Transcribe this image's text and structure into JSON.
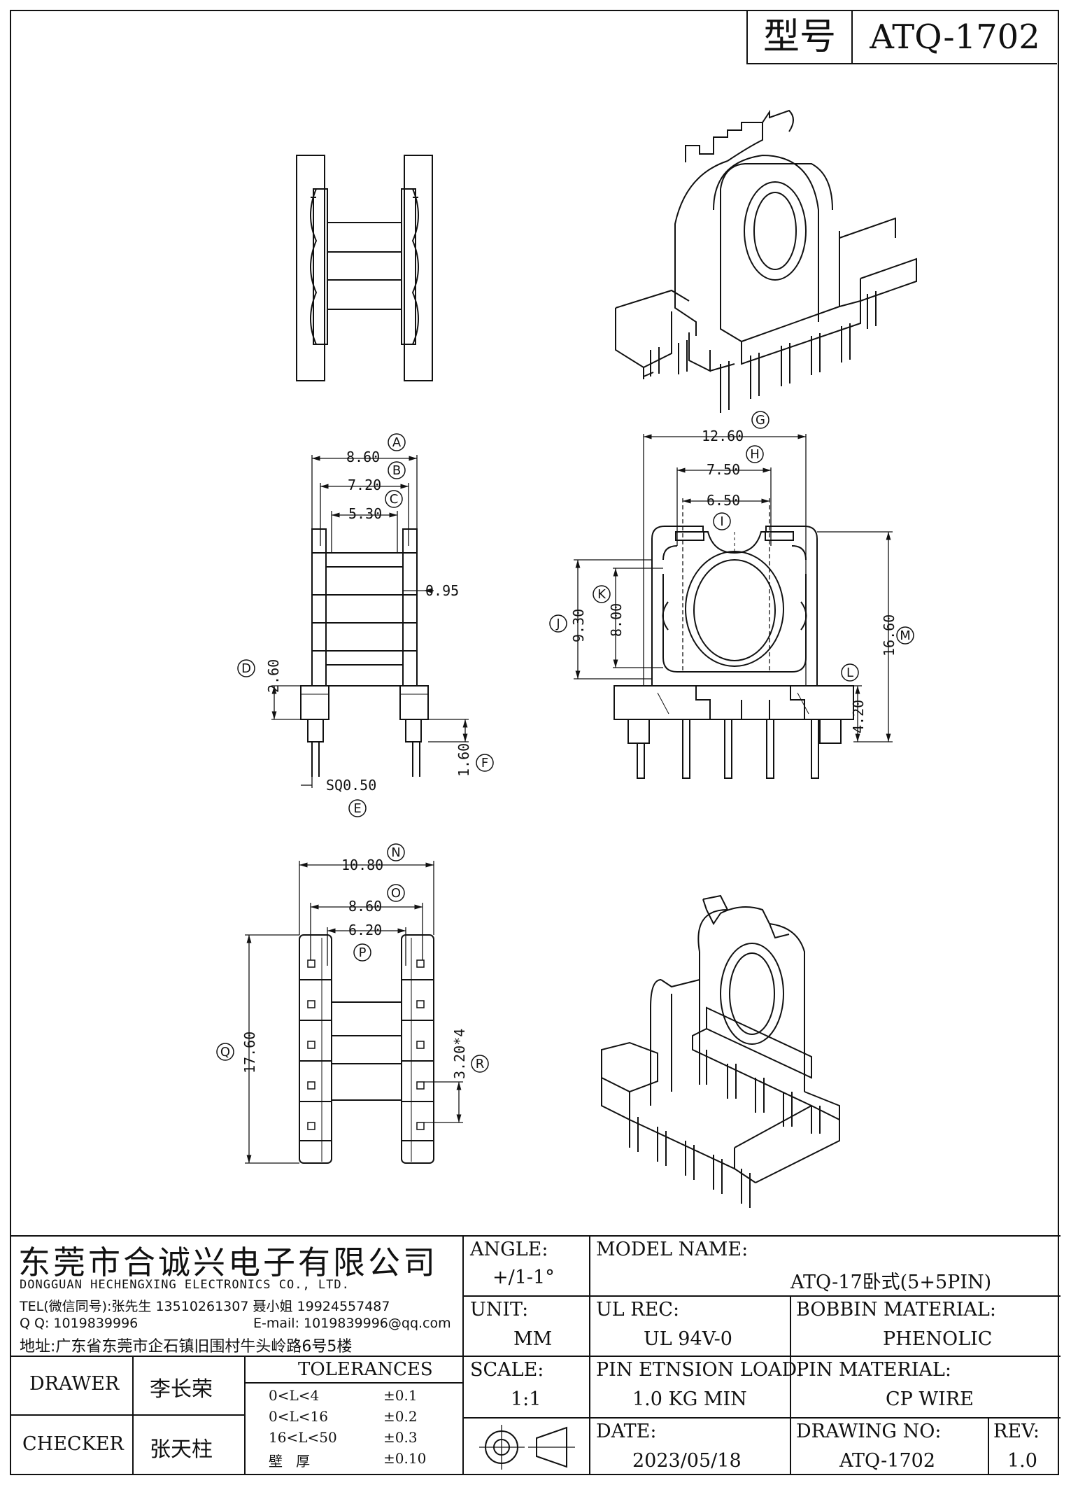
{
  "header": {
    "model_label": "型号",
    "model_value": "ATQ-1702"
  },
  "dims": {
    "a": "8.60",
    "b": "7.20",
    "c": "5.30",
    "d": "2.60",
    "e": "SQ0.50",
    "f": "1.60",
    "wall": "0.95",
    "g": "12.60",
    "h": "7.50",
    "i": "6.50",
    "j": "9.30",
    "k": "8.00",
    "l": "4.20",
    "m": "16.60",
    "n": "10.80",
    "o": "8.60",
    "p": "6.20",
    "q": "17.60",
    "r": "3.20*4"
  },
  "labels": {
    "a": "A",
    "b": "B",
    "c": "C",
    "d": "D",
    "e": "E",
    "f": "F",
    "g": "G",
    "h": "H",
    "i": "I",
    "j": "J",
    "k": "K",
    "l": "L",
    "m": "M",
    "n": "N",
    "o": "O",
    "p": "P",
    "q": "Q",
    "r": "R"
  },
  "company": {
    "name_cn": "东莞市合诚兴电子有限公司",
    "name_en": "DONGGUAN HECHENGXING ELECTRONICS CO., LTD.",
    "tel": "TEL(微信同号):张先生 13510261307 聂小姐 19924557487",
    "qq": "Q Q: 1019839996",
    "email": "E-mail: 1019839996@qq.com",
    "address": "地址:广东省东莞市企石镇旧围村牛头岭路6号5楼"
  },
  "title_block": {
    "angle_label": "ANGLE:",
    "angle_value": "+/1-1°",
    "model_name_label": "MODEL NAME:",
    "model_name_value": "ATQ-17卧式(5+5PIN)",
    "unit_label": "UNIT:",
    "unit_value": "MM",
    "ul_label": "UL REC:",
    "ul_value": "UL 94V-0",
    "bobbin_label": "BOBBIN MATERIAL:",
    "bobbin_value": "PHENOLIC",
    "scale_label": "SCALE:",
    "scale_value": "1:1",
    "pin_load_label": "PIN ETNSION LOAD:",
    "pin_load_value": "1.0 KG MIN",
    "pin_mat_label": "PIN MATERIAL:",
    "pin_mat_value": "CP WIRE",
    "date_label": "DATE:",
    "date_value": "2023/05/18",
    "drawing_no_label": "DRAWING NO:",
    "drawing_no_value": "ATQ-1702",
    "rev_label": "REV:",
    "rev_value": "1.0",
    "drawer_label": "DRAWER",
    "drawer_value": "李长荣",
    "checker_label": "CHECKER",
    "checker_value": "张天柱",
    "tolerances_label": "TOLERANCES",
    "tolerances": [
      {
        "range": "0<L<4",
        "value": "±0.1"
      },
      {
        "range": "0<L<16",
        "value": "±0.2"
      },
      {
        "range": "16<L<50",
        "value": "±0.3"
      },
      {
        "range": "壁   厚",
        "value": "±0.10"
      }
    ]
  }
}
